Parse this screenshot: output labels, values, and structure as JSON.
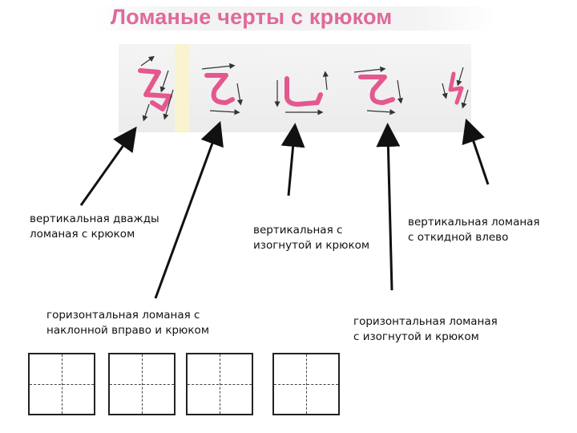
{
  "title": "Ломаные черты с крюком",
  "labels": {
    "vertical_double": "вертикальная дважды\nломаная с крюком",
    "vertical_curved": "вертикальная с\nизогнутой и крюком",
    "vertical_broken_left": "вертикальная ломаная\nс откидной влево",
    "horizontal_slanted": "горизонтальная ломаная с\nнаклонной вправо и крюком",
    "horizontal_curved": "горизонтальная ломаная\nс изогнутой и крюком"
  },
  "colors": {
    "title": "#e0699a",
    "stroke": "#e4578f",
    "arrow": "#111111"
  },
  "grids": {
    "count": 4
  }
}
